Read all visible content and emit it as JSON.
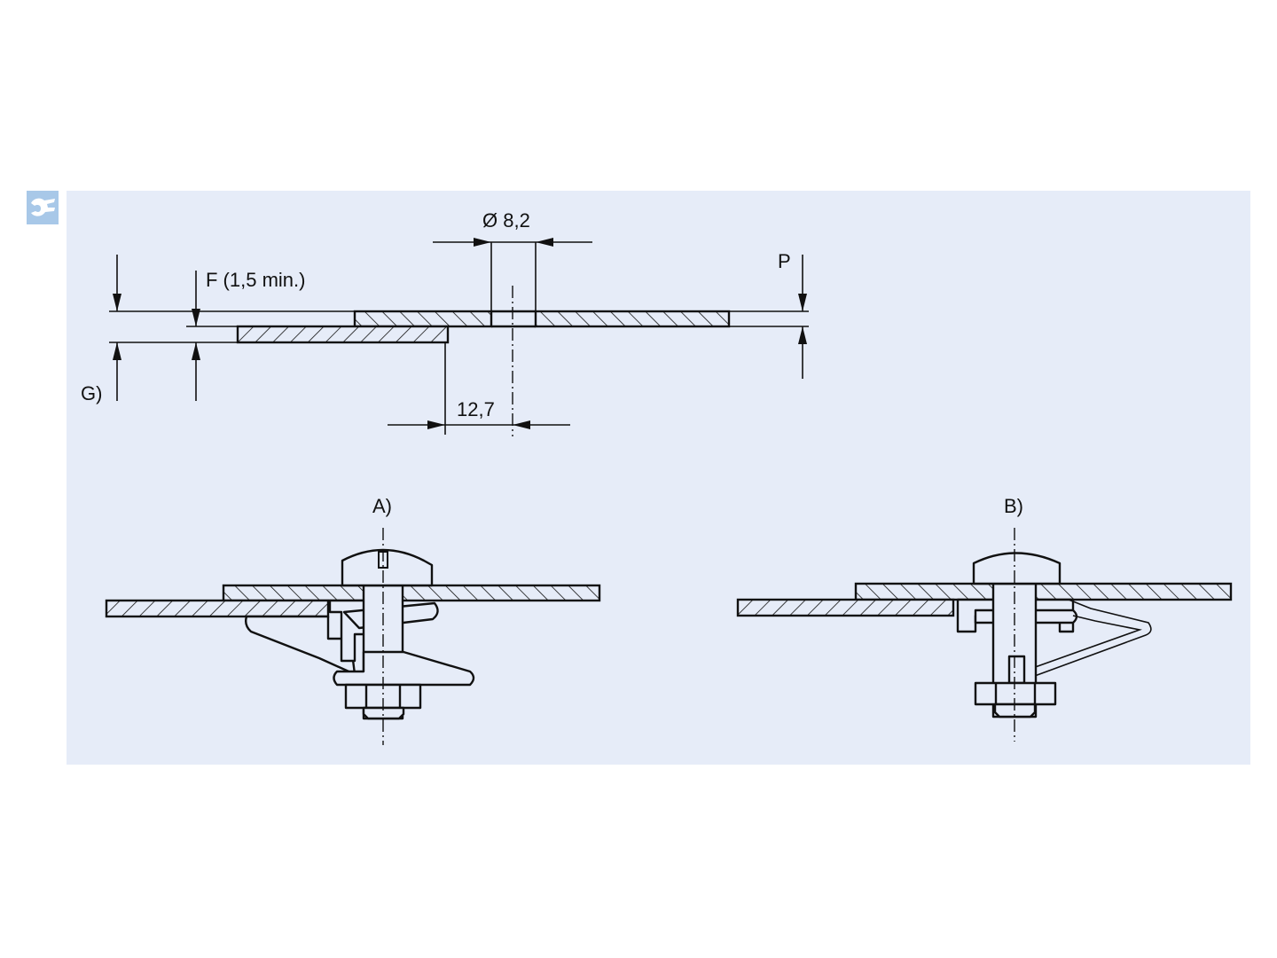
{
  "colors": {
    "panel": "#e6ecf8",
    "logo": "#a8c8e8",
    "ink": "#111111"
  },
  "logo": {
    "icon": "wrench-icon"
  },
  "top_view": {
    "hole_diameter": "Ø 8,2",
    "offset": "12,7",
    "label_f": "F (1,5 min.)",
    "label_g": "G)",
    "label_p": "P"
  },
  "view_a": {
    "label": "A)"
  },
  "view_b": {
    "label": "B)"
  }
}
